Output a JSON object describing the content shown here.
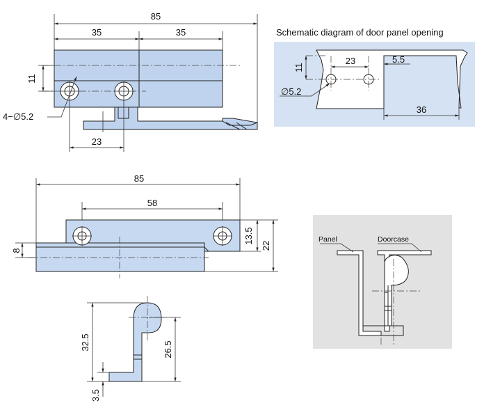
{
  "top_view": {
    "dim_total": "85",
    "dim_left": "35",
    "dim_right": "35",
    "dim_height": "11",
    "dim_holes": "4−∅5.2",
    "dim_pitch": "23"
  },
  "panel_opening": {
    "title": "Schematic diagram of door panel opening",
    "dim_height": "11",
    "dim_pitch": "23",
    "dim_offset": "5.5",
    "dim_hole": "∅5.2",
    "dim_width": "36"
  },
  "front_view": {
    "dim_total": "85",
    "dim_holes": "58",
    "dim_left": "8",
    "dim_mid": "13.5",
    "dim_right": "22"
  },
  "side_view": {
    "dim_total": "32.5",
    "dim_inner": "26.5",
    "dim_base": "3.5"
  },
  "install_view": {
    "panel_label": "Panel",
    "doorcase_label": "Doorcase"
  }
}
